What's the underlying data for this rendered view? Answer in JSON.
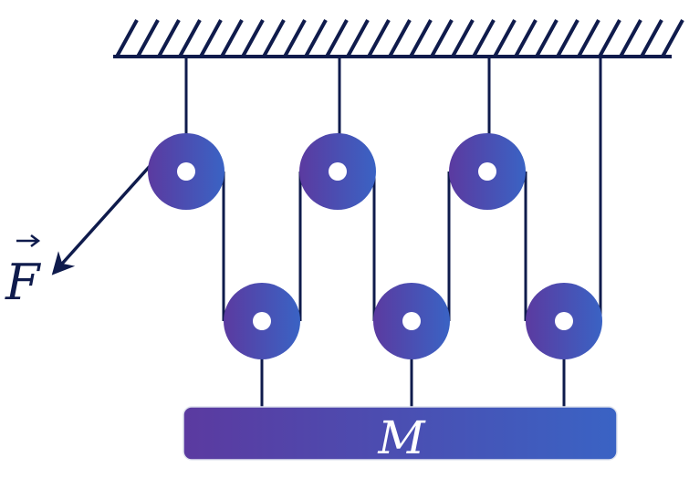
{
  "labels": {
    "force": "F",
    "mass": "M"
  },
  "colors": {
    "line": "#0f1b4c",
    "pulley_start": "#5b3aa0",
    "pulley_end": "#3a63c4",
    "hub": "#ffffff",
    "mass_start": "#5b3aa0",
    "mass_end": "#3a63c4",
    "mass_text": "#ffffff",
    "force_text": "#0f1b4c"
  },
  "diagram": {
    "fixed_pulleys": 3,
    "movable_pulleys": 3
  }
}
